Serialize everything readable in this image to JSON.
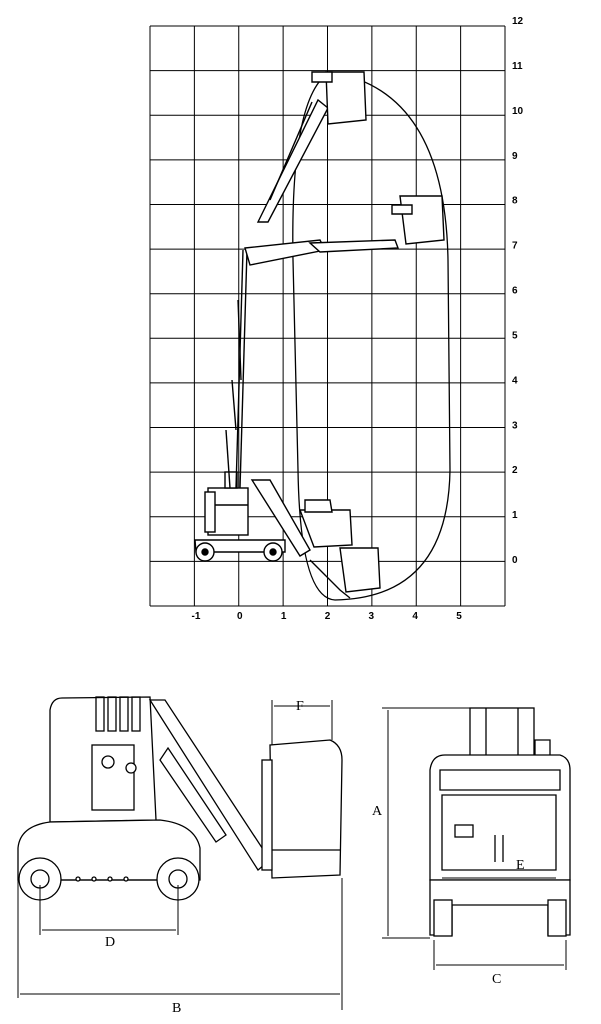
{
  "range_chart": {
    "y_ticks": [
      "0",
      "1",
      "2",
      "3",
      "4",
      "5",
      "6",
      "7",
      "8",
      "9",
      "10",
      "11",
      "12"
    ],
    "x_ticks": [
      "-1",
      "0",
      "1",
      "2",
      "3",
      "4",
      "5"
    ]
  },
  "side_view": {
    "dimensions": {
      "d": "D",
      "b": "B",
      "f": "F"
    }
  },
  "rear_view": {
    "dimensions": {
      "a": "A",
      "c": "C",
      "e": "E"
    }
  }
}
